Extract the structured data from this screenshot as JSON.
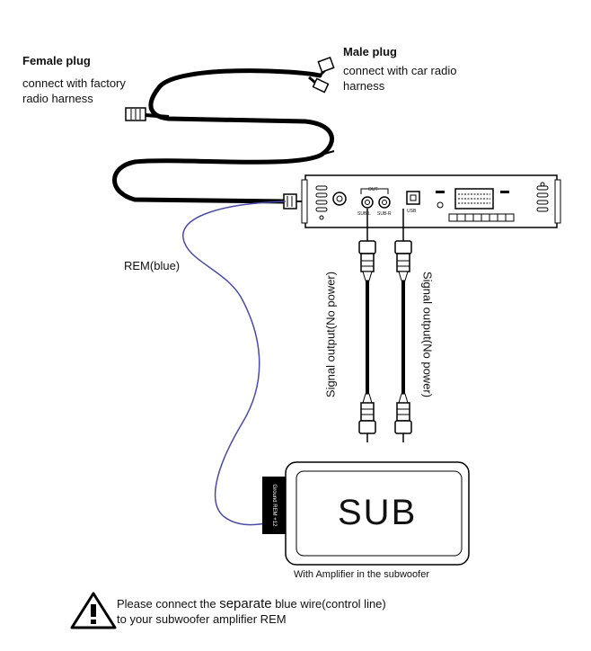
{
  "labels": {
    "female_title": "Female plug",
    "female_desc_1": "connect with factory",
    "female_desc_2": "radio harness",
    "male_title": "Male plug",
    "male_desc_1": "connect with car radio",
    "male_desc_2": "harness",
    "rem": "REM(blue)",
    "signal_left": "Signal output(No power)",
    "signal_right": "Signal output(No power)",
    "sub": "SUB",
    "amp_caption": "With Amplifier in the subwoofer"
  },
  "device": {
    "out_label": "OUT",
    "sub_l": "SUB-L",
    "sub_r": "SUB-R",
    "usb": "USB"
  },
  "terminal": {
    "ground": "Ground",
    "rem": "REM",
    "plus12": "+12"
  },
  "warning": {
    "line1_pre": "Please connect the ",
    "line1_big": "separate",
    "line1_post": " blue wire(control line)",
    "line2": "to your subwoofer amplifier REM"
  },
  "colors": {
    "cable": "#000000",
    "rem_wire": "#4a4aa8"
  }
}
